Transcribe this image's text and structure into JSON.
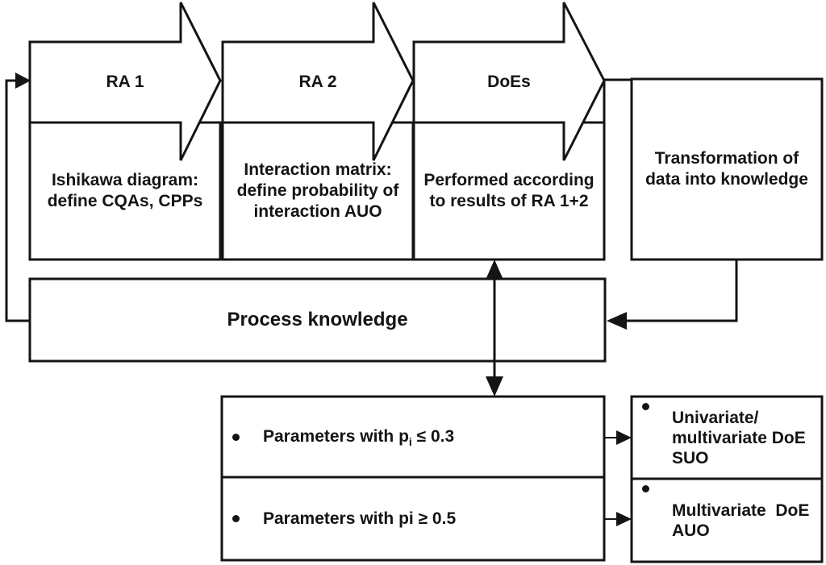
{
  "diagram": {
    "colors": {
      "stroke": "#141414",
      "background": "#ffffff",
      "text": "#141414"
    },
    "stage_arrows": [
      {
        "label": "RA 1"
      },
      {
        "label": "RA 2"
      },
      {
        "label": "DoEs"
      }
    ],
    "stage_boxes": [
      {
        "lines": [
          "Ishikawa diagram:",
          "define CQAs, CPPs"
        ]
      },
      {
        "lines": [
          "Interaction matrix:",
          "define probability of",
          "interaction AUO"
        ]
      },
      {
        "lines": [
          "Performed according",
          "to results of RA 1+2"
        ]
      }
    ],
    "transformation_box": {
      "lines": [
        "Transformation of",
        "data into knowledge"
      ]
    },
    "process_box": {
      "label": "Process knowledge"
    },
    "parameter_items": [
      {
        "prefix": "Parameters with p",
        "sub": "i",
        "suffix": " ≤ 0.3"
      },
      {
        "prefix": "Parameters with pi",
        "sub": "",
        "suffix": " ≥ 0.5"
      }
    ],
    "doe_items": [
      {
        "lines": [
          "Univariate/",
          "multivariate DoE",
          "SUO"
        ]
      },
      {
        "lines": [
          "Multivariate  DoE",
          "AUO"
        ]
      }
    ]
  }
}
